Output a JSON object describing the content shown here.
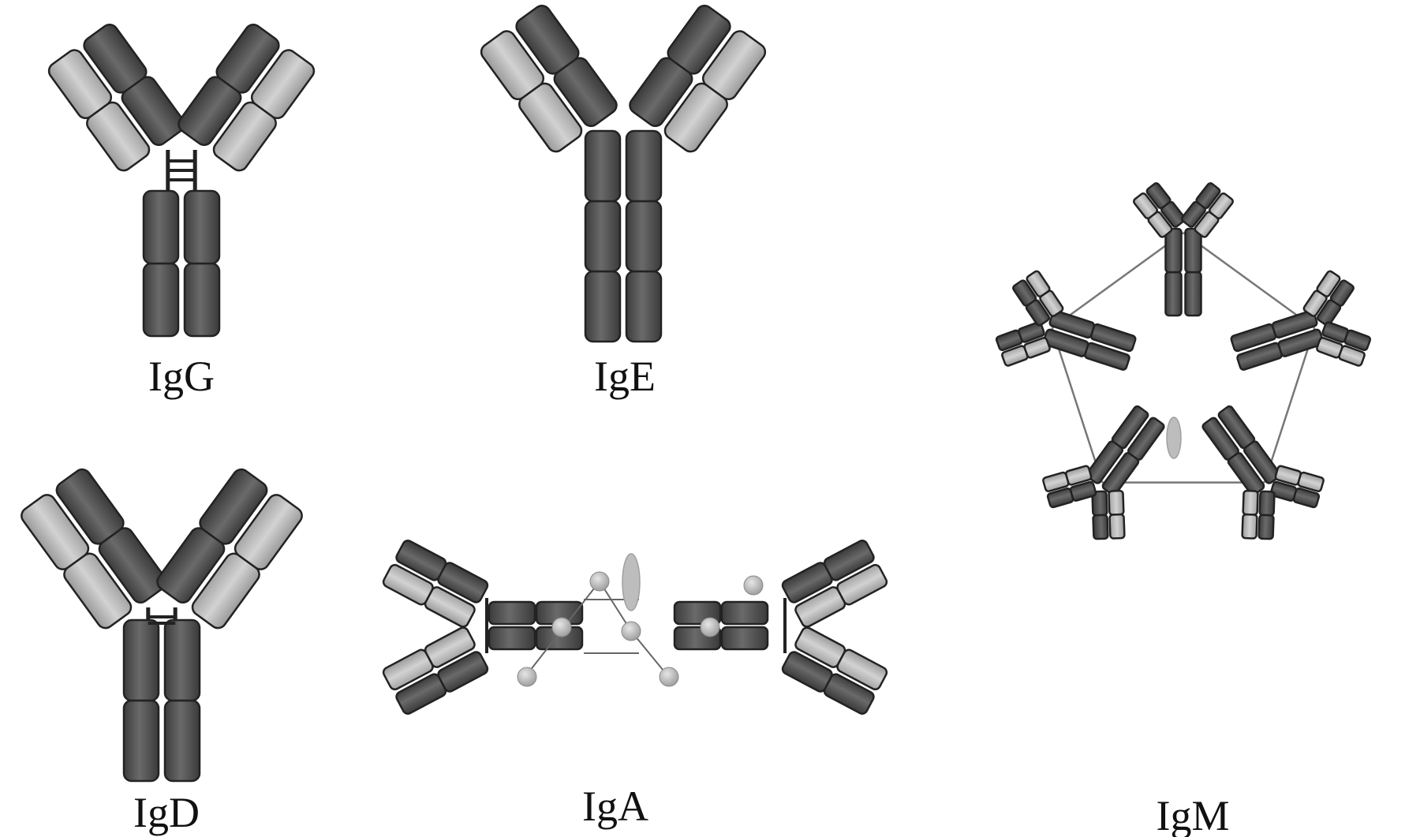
{
  "labels": {
    "igg": "IgG",
    "ige": "IgE",
    "igd": "IgD",
    "iga": "IgA",
    "igm": "IgM"
  },
  "colors": {
    "heavy_chain": "#555555",
    "light_chain": "#b8b8b8",
    "outline": "#222222",
    "j_chain": "#bdbdbd",
    "secretory_ball": "#c4c4c4",
    "background": "#ffffff"
  }
}
